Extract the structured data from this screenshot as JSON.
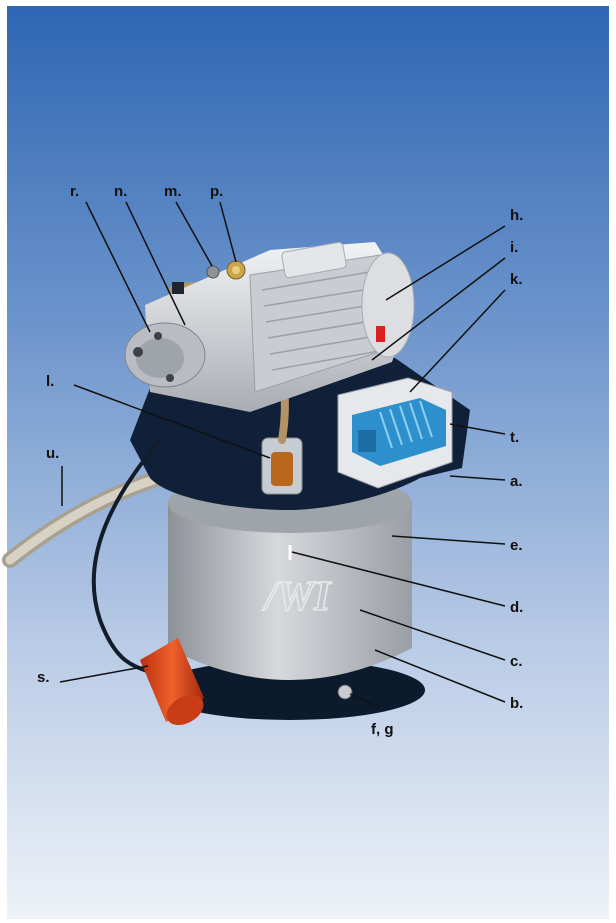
{
  "colors": {
    "sky_top": "#3b6fb6",
    "sky_mid": "#8fb0d8",
    "sky_bottom": "#e9eef6",
    "base_plate": "#0d1d33",
    "canister": "#b9bcc2",
    "motor": "#d8dadd",
    "terminal_box_accent": "#3aa5d8",
    "plug": "#e0481c",
    "hose": "#c9c2b3"
  },
  "icons": {
    "brand_logo": "wirtz-logo-icon"
  },
  "labels": {
    "r": "r.",
    "n": "n.",
    "m": "m.",
    "p": "p.",
    "h": "h.",
    "i": "i.",
    "k": "k.",
    "l": "l.",
    "t": "t.",
    "u": "u.",
    "a": "a.",
    "e": "e.",
    "s": "s.",
    "d": "d.",
    "c": "c.",
    "b": "b.",
    "fg": "f, g"
  }
}
